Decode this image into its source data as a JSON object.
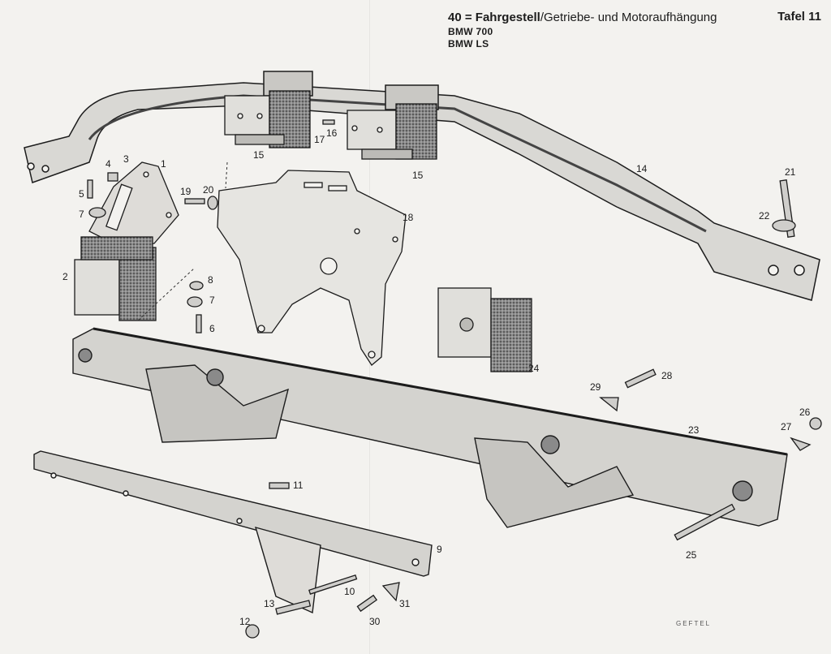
{
  "header": {
    "number": "40",
    "equals": "=",
    "title_main": "Fahrgestell",
    "title_rest": "/Getriebe- und Motoraufhängung",
    "plate": "Tafel 11",
    "models": [
      "BMW 700",
      "BMW LS"
    ]
  },
  "callouts": {
    "p1": "1",
    "p2": "2",
    "p3": "3",
    "p4": "4",
    "p5": "5",
    "p6": "6",
    "p7a": "7",
    "p7b": "7",
    "p8": "8",
    "p9": "9",
    "p10": "10",
    "p11": "11",
    "p12": "12",
    "p13": "13",
    "p14": "14",
    "p15a": "15",
    "p15b": "15",
    "p16": "16",
    "p17": "17",
    "p18": "18",
    "p19": "19",
    "p20": "20",
    "p21": "21",
    "p22": "22",
    "p23": "23",
    "p24": "24",
    "p25": "25",
    "p26": "26",
    "p27": "27",
    "p28": "28",
    "p29": "29",
    "p30": "30",
    "p31": "31"
  },
  "signature": "GEFTEL"
}
